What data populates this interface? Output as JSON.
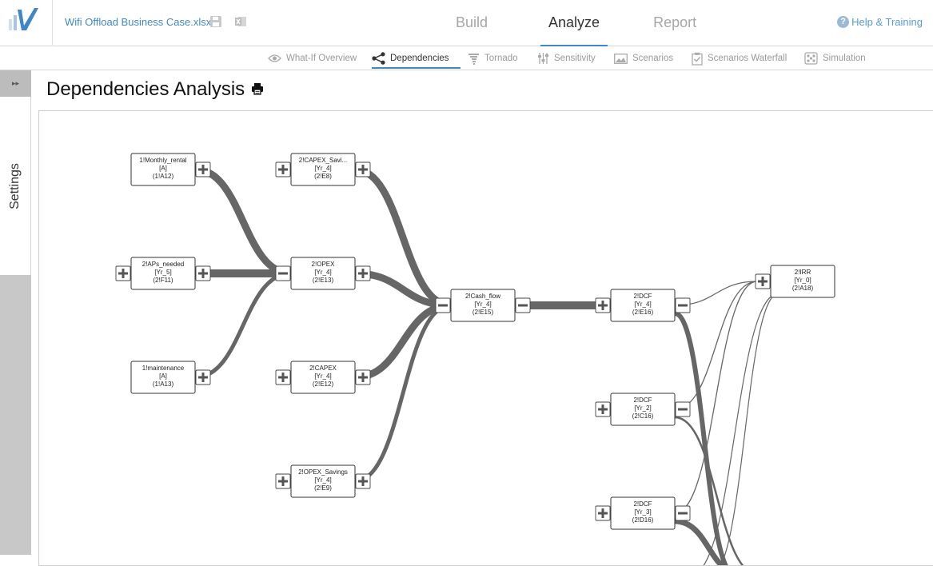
{
  "file": {
    "name": "Wifi Offload Business Case.xlsx"
  },
  "main_tabs": [
    {
      "label": "Build",
      "active": false
    },
    {
      "label": "Analyze",
      "active": true
    },
    {
      "label": "Report",
      "active": false
    }
  ],
  "help": {
    "label": "Help & Training"
  },
  "sub_tabs": [
    {
      "label": "What-If Overview",
      "icon": "eye-icon",
      "active": false
    },
    {
      "label": "Dependencies",
      "icon": "share-icon",
      "active": true
    },
    {
      "label": "Tornado",
      "icon": "tornado-icon",
      "active": false
    },
    {
      "label": "Sensitivity",
      "icon": "sliders-icon",
      "active": false
    },
    {
      "label": "Scenarios",
      "icon": "image-icon",
      "active": false
    },
    {
      "label": "Scenarios Waterfall",
      "icon": "clipboard-check-icon",
      "active": false
    },
    {
      "label": "Simulation",
      "icon": "dice-icon",
      "active": false
    }
  ],
  "sidebar": {
    "settings_label": "Settings"
  },
  "page": {
    "title": "Dependencies Analysis"
  },
  "graph": {
    "nodes": [
      {
        "id": "n1",
        "lines": [
          "1!Monthly_rental",
          "[A]",
          "(1!A12)"
        ]
      },
      {
        "id": "n2",
        "lines": [
          "2!APs_needed",
          "[Yr_5]",
          "(2!F11)"
        ]
      },
      {
        "id": "n3",
        "lines": [
          "1!maintenance",
          "[A]",
          "(1!A13)"
        ]
      },
      {
        "id": "n4",
        "lines": [
          "2!CAPEX_Savi...",
          "[Yr_4]",
          "(2!E8)"
        ]
      },
      {
        "id": "n5",
        "lines": [
          "2!OPEX",
          "[Yr_4]",
          "(2!E13)"
        ]
      },
      {
        "id": "n6",
        "lines": [
          "2!CAPEX",
          "[Yr_4]",
          "(2!E12)"
        ]
      },
      {
        "id": "n7",
        "lines": [
          "2!OPEX_Savings",
          "[Yr_4]",
          "(2!E9)"
        ]
      },
      {
        "id": "n8",
        "lines": [
          "2!Cash_flow",
          "[Yr_4]",
          "(2!E15)"
        ]
      },
      {
        "id": "n9",
        "lines": [
          "2!DCF",
          "[Yr_4]",
          "(2!E16)"
        ]
      },
      {
        "id": "n10",
        "lines": [
          "2!DCF",
          "[Yr_2]",
          "(2!C16)"
        ]
      },
      {
        "id": "n11",
        "lines": [
          "2!DCF",
          "[Yr_3]",
          "(2!D16)"
        ]
      },
      {
        "id": "n12",
        "lines": [
          "2!IRR",
          "[Yr_0]",
          "(2!A18)"
        ]
      }
    ]
  }
}
